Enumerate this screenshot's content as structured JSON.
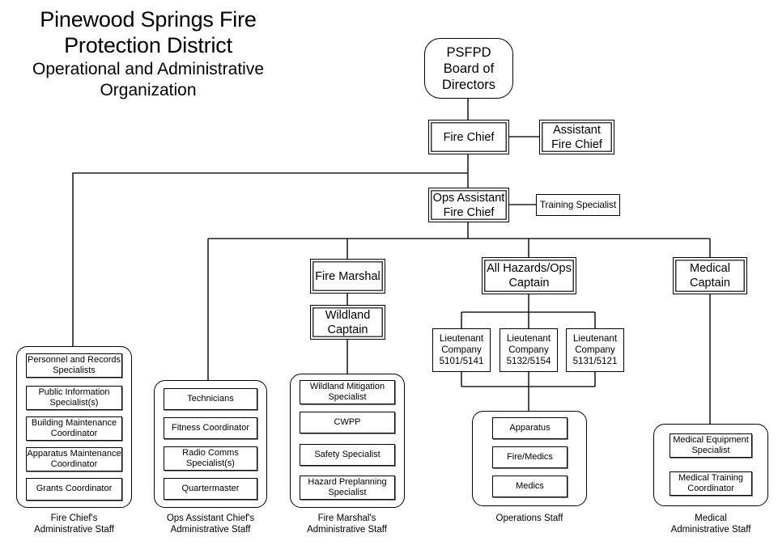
{
  "title": {
    "main": "Pinewood Springs Fire\nProtection District",
    "sub": "Operational and Administrative\nOrganization"
  },
  "nodes": {
    "board": "PSFPD\nBoard of\nDirectors",
    "fire_chief": "Fire Chief",
    "assistant_fire_chief": "Assistant\nFire Chief",
    "ops_assistant_fire_chief": "Ops Assistant\nFire Chief",
    "training_specialist": "Training Specialist",
    "fire_marshal": "Fire Marshal",
    "wildland_captain": "Wildland\nCaptain",
    "all_hazards_ops_captain": "All Hazards/Ops\nCaptain",
    "medical_captain": "Medical\nCaptain",
    "lieutenant_1": "Lieutenant\nCompany\n5101/5141",
    "lieutenant_2": "Lieutenant\nCompany\n5132/5154",
    "lieutenant_3": "Lieutenant\nCompany\n5131/5121"
  },
  "groups": [
    {
      "id": "fire-chief-admin",
      "caption": "Fire Chief's\nAdministrative Staff",
      "items": [
        "Personnel and Records\nSpecialists",
        "Public Information\nSpecialist(s)",
        "Building Maintenance\nCoordinator",
        "Apparatus Maintenance\nCoordinator",
        "Grants Coordinator"
      ]
    },
    {
      "id": "ops-assistant-chief-admin",
      "caption": "Ops Assistant Chief's\nAdministrative Staff",
      "items": [
        "Technicians",
        "Fitness Coordinator",
        "Radio Comms\nSpecialist(s)",
        "Quartermaster"
      ]
    },
    {
      "id": "fire-marshal-admin",
      "caption": "Fire Marshal's\nAdministrative Staff",
      "items": [
        "Wildland Mitigation\nSpecialist",
        "CWPP",
        "Safety Specialist",
        "Hazard Preplanning\nSpecialist"
      ]
    },
    {
      "id": "operations-staff",
      "caption": "Operations Staff",
      "items": [
        "Apparatus",
        "Fire/Medics",
        "Medics"
      ]
    },
    {
      "id": "medical-admin",
      "caption": "Medical\nAdministrative Staff",
      "items": [
        "Medical Equipment\nSpecialist",
        "Medical Training\nCoordinator"
      ]
    }
  ],
  "colors": {
    "line": "#231f20",
    "box_border": "#000000",
    "background": "#ffffff",
    "chip_shadow": "#808080"
  }
}
